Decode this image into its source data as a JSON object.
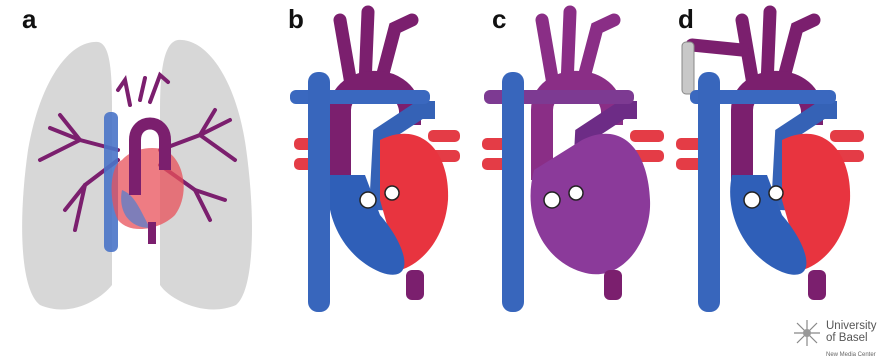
{
  "panels": [
    {
      "label": "a",
      "content": "heart-in-lungs"
    },
    {
      "label": "b",
      "content": "heart-normal-vessels"
    },
    {
      "label": "c",
      "content": "heart-mixed-purple"
    },
    {
      "label": "d",
      "content": "heart-with-shunt"
    }
  ],
  "logo": {
    "line1": "University",
    "line2": "of Basel",
    "subtitle": "New Media Center"
  },
  "colors": {
    "oxygenated": "#e8323f",
    "deoxygenated": "#2f5fb8",
    "mixed": "#7a2c78",
    "lung": "#d9d9d9"
  }
}
